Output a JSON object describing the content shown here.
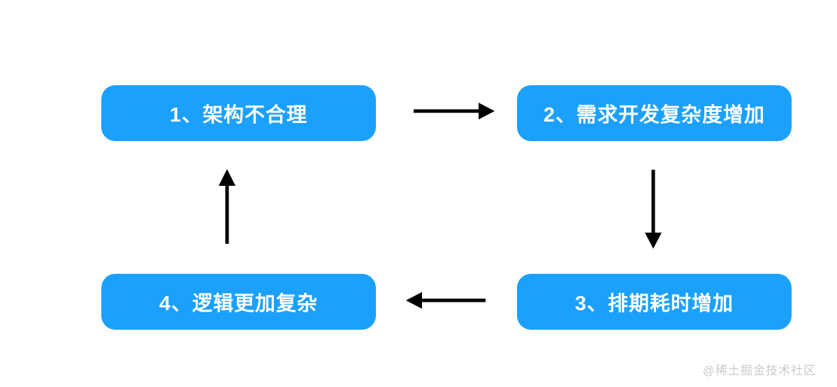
{
  "diagram": {
    "type": "cycle-flowchart",
    "nodes": [
      {
        "id": "1",
        "label": "1、架构不合理"
      },
      {
        "id": "2",
        "label": "2、需求开发复杂度增加"
      },
      {
        "id": "3",
        "label": "3、排期耗时增加"
      },
      {
        "id": "4",
        "label": "4、逻辑更加复杂"
      }
    ],
    "edges": [
      {
        "from": "1",
        "to": "2",
        "direction": "right"
      },
      {
        "from": "2",
        "to": "3",
        "direction": "down"
      },
      {
        "from": "3",
        "to": "4",
        "direction": "left"
      },
      {
        "from": "4",
        "to": "1",
        "direction": "up"
      }
    ]
  },
  "watermark": {
    "text": "@稀土掘金技术社区"
  },
  "colors": {
    "background": "#FFFFFF",
    "node_bg": "#1BA1FC",
    "node_text": "#FFFFFF",
    "arrow": "#000000",
    "watermark_text": "#CBCBCB"
  }
}
